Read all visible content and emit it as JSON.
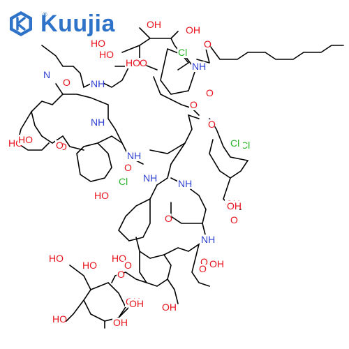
{
  "brand": {
    "name": "Kuujia",
    "registered_mark": "®",
    "color": "#2f73c9"
  },
  "structure": {
    "bond_color": "#000000",
    "element_colors": {
      "O": "#e8121c",
      "N": "#2d3fd1",
      "Cl": "#27b327",
      "C": "#000000"
    },
    "atom_labels": [
      "HO",
      "OH",
      "O",
      "OH",
      "Cl",
      "O",
      "NH",
      "HO",
      "O",
      "NH",
      "HO",
      "N",
      "HO",
      "O",
      "NH",
      "O",
      "O",
      "Cl",
      "NH",
      "O",
      "O",
      "HO",
      "O",
      "Cl",
      "Cl",
      "HO",
      "Cl",
      "OH",
      "NH",
      "NH",
      "OH",
      "O",
      "O",
      "HO",
      "NH",
      "O",
      "O",
      "OH",
      "HO",
      "O",
      "OH",
      "HO",
      "O",
      "OH",
      "OH",
      "HO",
      "OH"
    ]
  }
}
